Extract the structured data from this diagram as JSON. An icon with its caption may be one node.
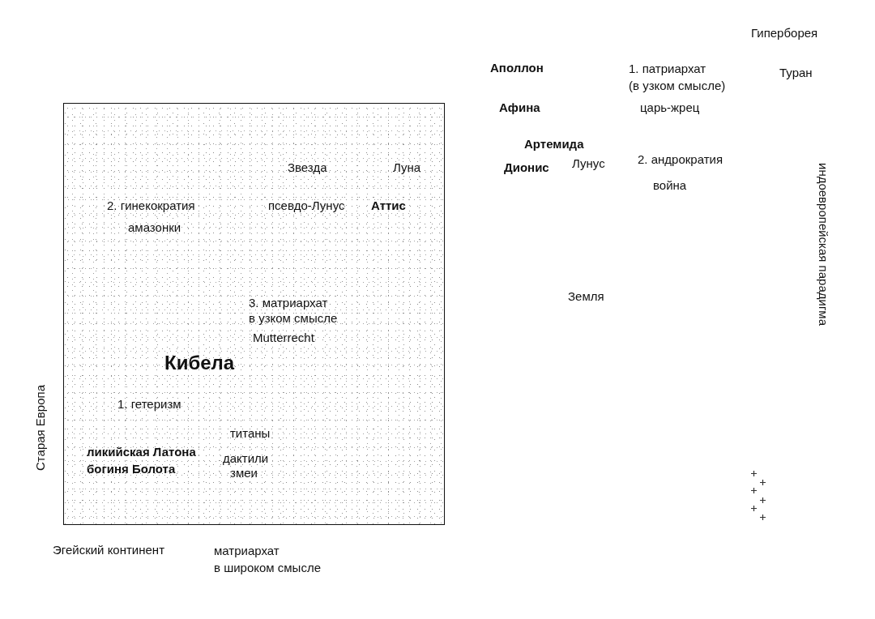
{
  "diagram": {
    "nodes": [
      {
        "text": [
          "Звезда",
          "Луна",
          "2. гинекократия",
          "псевдо-Лунус",
          "Аттис",
          "амазонки",
          "3. матриархат в узком смысле",
          "Mutterrecht",
          "Кибела",
          "1. гетеризм",
          "титаны",
          "ликийская Латона",
          "богиня Болота",
          "дактили",
          "змеи"
        ]
      }
    ],
    "labels": [
      "Гиперборея",
      "Аполлон",
      "1. патриархат (в узком смысле)",
      "Туран",
      "Афина",
      "царь-жрец",
      "Артемида",
      "2. андрократия",
      "Лунус",
      "Дионис",
      "война",
      "индоевропейская парадигма",
      "Земля",
      "Старая Европа",
      "Эгейский континент",
      "матриархат в широком смысле"
    ]
  }
}
